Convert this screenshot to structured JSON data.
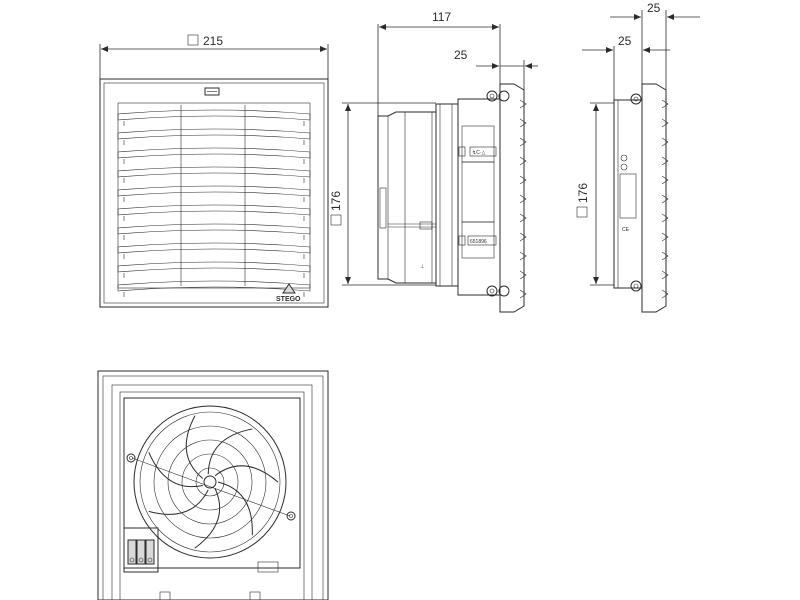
{
  "dimensions": {
    "front_width": "215",
    "side_depth": "117",
    "side_grille_depth": "25",
    "side_height": "176",
    "right_top": "25",
    "right_second": "25",
    "right_height": "176"
  },
  "labels": {
    "brand": "STEGO",
    "label_top": "↯C·△",
    "label_mid": "651896",
    "mark_ce": "CE"
  },
  "views": [
    "front-view",
    "side-view",
    "side-view-right",
    "rear-view"
  ]
}
